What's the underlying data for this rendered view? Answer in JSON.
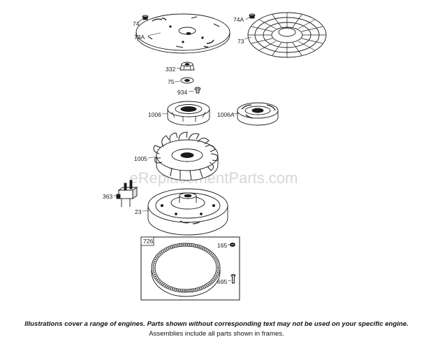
{
  "labels": {
    "p74": "74",
    "p73A": "73A",
    "p74A": "74A",
    "p73": "73",
    "p332": "332",
    "p75": "75",
    "p934": "934",
    "p1006": "1006",
    "p1006A": "1006A",
    "p1005": "1005",
    "p363": "363",
    "p23": "23",
    "p726": "726",
    "p165": "165",
    "p695": "695"
  },
  "watermark": "eReplacementParts.com",
  "caption": {
    "line1": "Illustrations cover a range of engines. Parts shown without corresponding text may not be used on your specific engine.",
    "line2": "Assemblies include all parts shown in frames."
  },
  "colors": {
    "ink": "#1a1a1a",
    "watermark": "#c9c9c9"
  }
}
